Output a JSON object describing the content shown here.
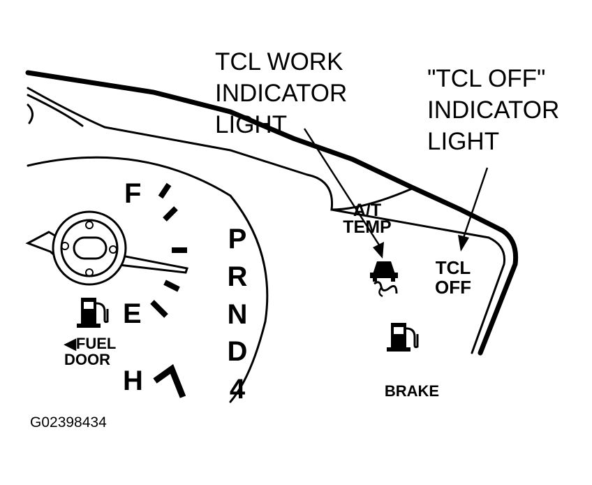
{
  "callouts": {
    "tcl_work": [
      "TCL WORK",
      "INDICATOR",
      "LIGHT"
    ],
    "tcl_off": [
      "\"TCL OFF\"",
      "INDICATOR",
      "LIGHT"
    ]
  },
  "gauge": {
    "fuel_full": "F",
    "fuel_empty": "E",
    "temp_hot": "H",
    "fuel_door_line1": "◀FUEL",
    "fuel_door_line2": "DOOR"
  },
  "gear_positions": [
    "P",
    "R",
    "N",
    "D",
    "4"
  ],
  "warning_lamps": {
    "at_temp_line1": "A/T",
    "at_temp_line2": "TEMP",
    "tcl_off_line1": "TCL",
    "tcl_off_line2": "OFF",
    "brake": "BRAKE"
  },
  "figure_id": "G02398434",
  "icons": [
    "fuel-pump-icon",
    "traction-control-icon",
    "fuel-pump-icon",
    "gauge-pivot-icon"
  ]
}
